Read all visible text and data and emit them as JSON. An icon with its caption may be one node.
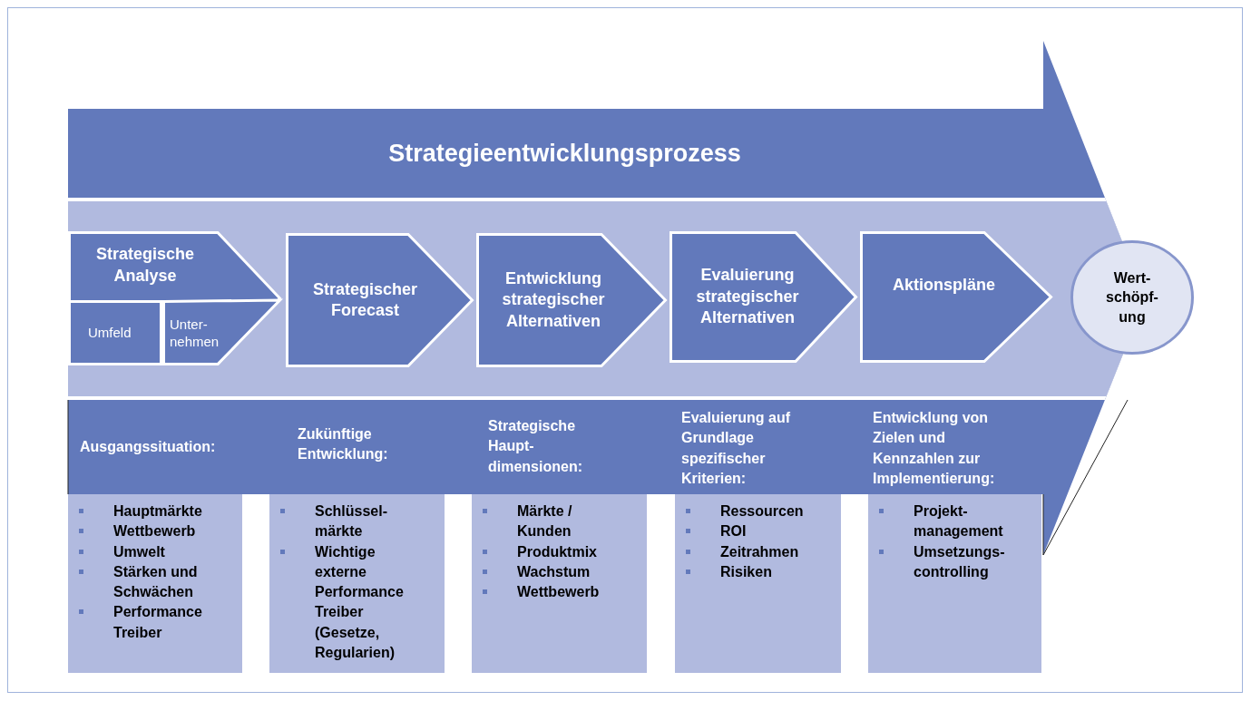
{
  "diagram": {
    "nodes": [
      {
        "text": [
          "Strategieentwicklungsprozess"
        ]
      },
      {
        "text": [
          "Strategische Analyse"
        ],
        "in": 0
      },
      {
        "text": [
          "Umfeld"
        ],
        "in": 1
      },
      {
        "text": [
          "Unter- nehmen"
        ],
        "in": 1
      },
      {
        "text": [
          "Strategischer Forecast"
        ],
        "in": 0
      },
      {
        "text": [
          "Entwicklung strategischer Alternativen"
        ],
        "in": 0
      },
      {
        "text": [
          "Evaluierung strategischer Alternativen"
        ],
        "in": 0
      },
      {
        "text": [
          "Aktionspläne"
        ],
        "in": 0
      },
      {
        "text": [
          "Wert- schöpf- ung"
        ]
      },
      {
        "text": [
          "Hauptmärkte",
          "Wettbewerb",
          "Umwelt",
          "Stärken und Schwächen",
          "Performance Treiber"
        ]
      },
      {
        "text": [
          "Schlüssel- märkte",
          "Wichtige externe Performance Treiber (Gesetze, Regularien)"
        ]
      },
      {
        "text": [
          "Märkte / Kunden",
          "Produktmix",
          "Wachstum",
          "Wettbewerb"
        ]
      },
      {
        "text": [
          "Ressourcen",
          "ROI",
          "Zeitrahmen",
          "Risiken"
        ]
      },
      {
        "text": [
          "Projekt- management",
          "Umsetzungs- controlling"
        ]
      }
    ],
    "labels": [
      "Ausgangssituation:",
      "Zukünftige Entwicklung:",
      "Strategische Haupt- dimensionen:",
      "Evaluierung auf Grundlage spezifischer Kriterien:",
      "Entwicklung von Zielen und Kennzahlen zur Implementierung:"
    ]
  }
}
